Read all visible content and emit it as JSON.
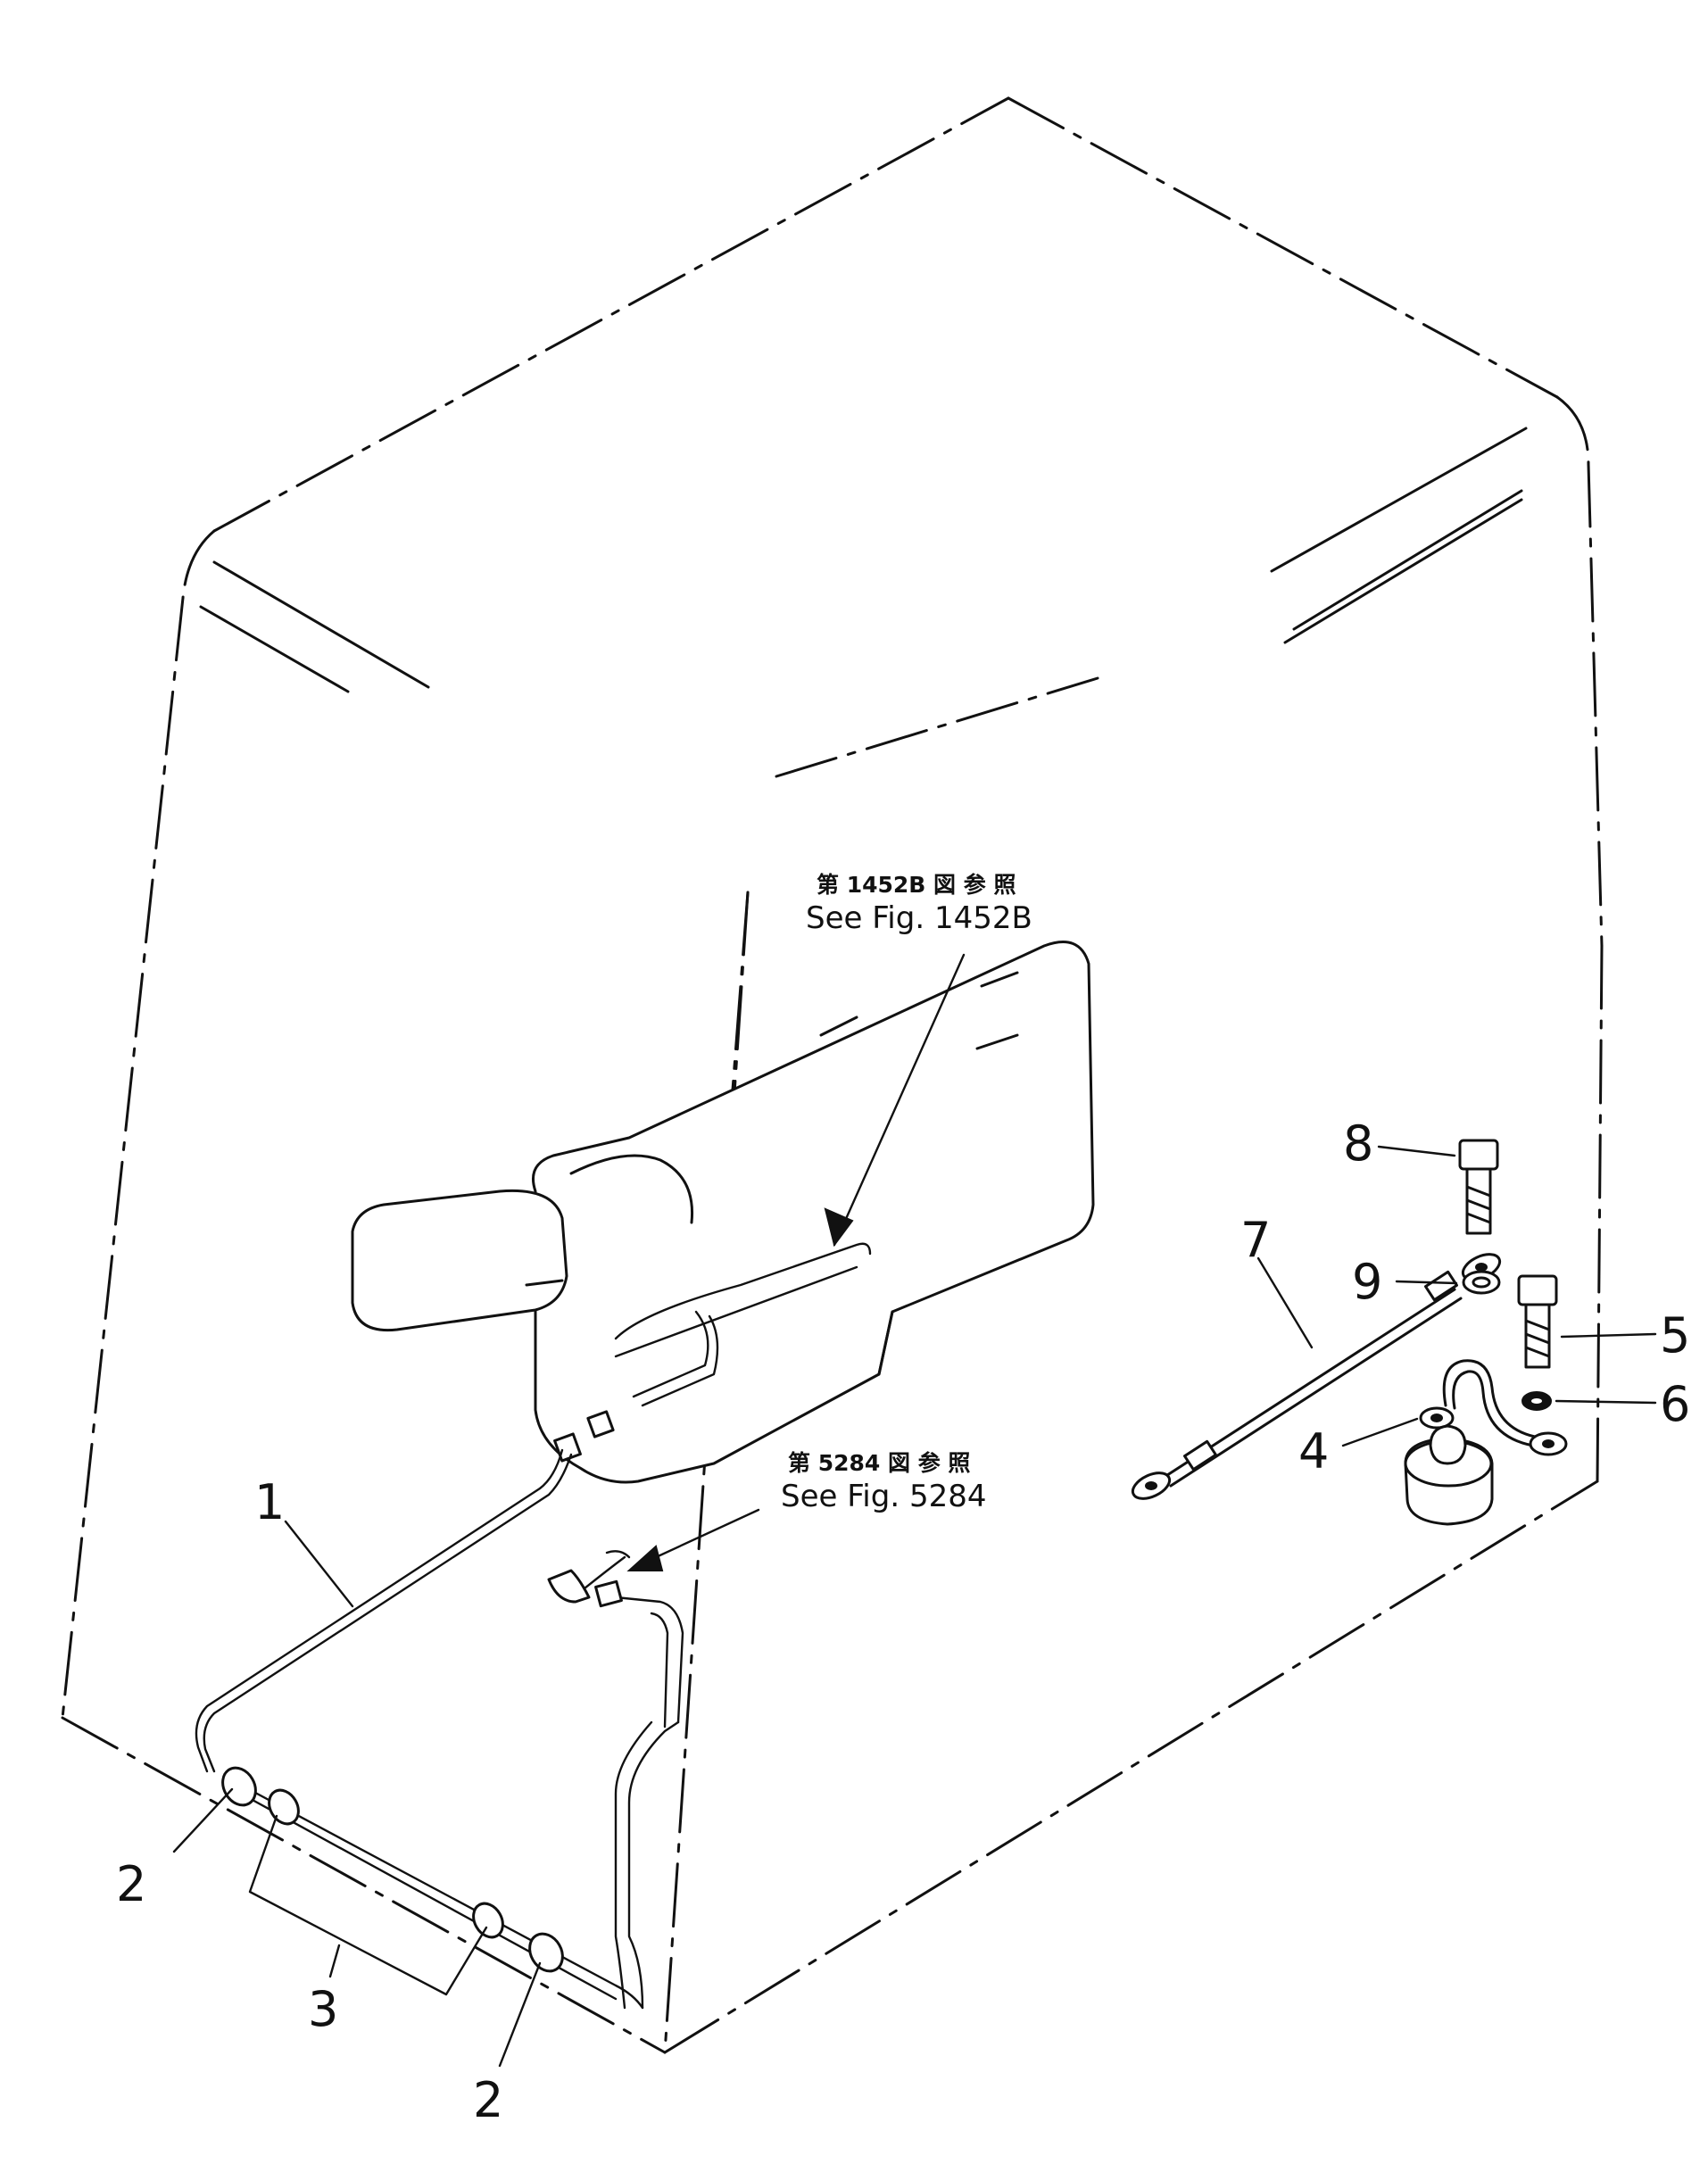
{
  "references": [
    {
      "jp": "第 1452B 図 参 照",
      "en": "See Fig. 1452B"
    },
    {
      "jp": "第 5284 図 参 照",
      "en": "See Fig. 5284"
    }
  ],
  "callouts": [
    "1",
    "2",
    "2",
    "3",
    "4",
    "5",
    "6",
    "7",
    "8",
    "9"
  ]
}
